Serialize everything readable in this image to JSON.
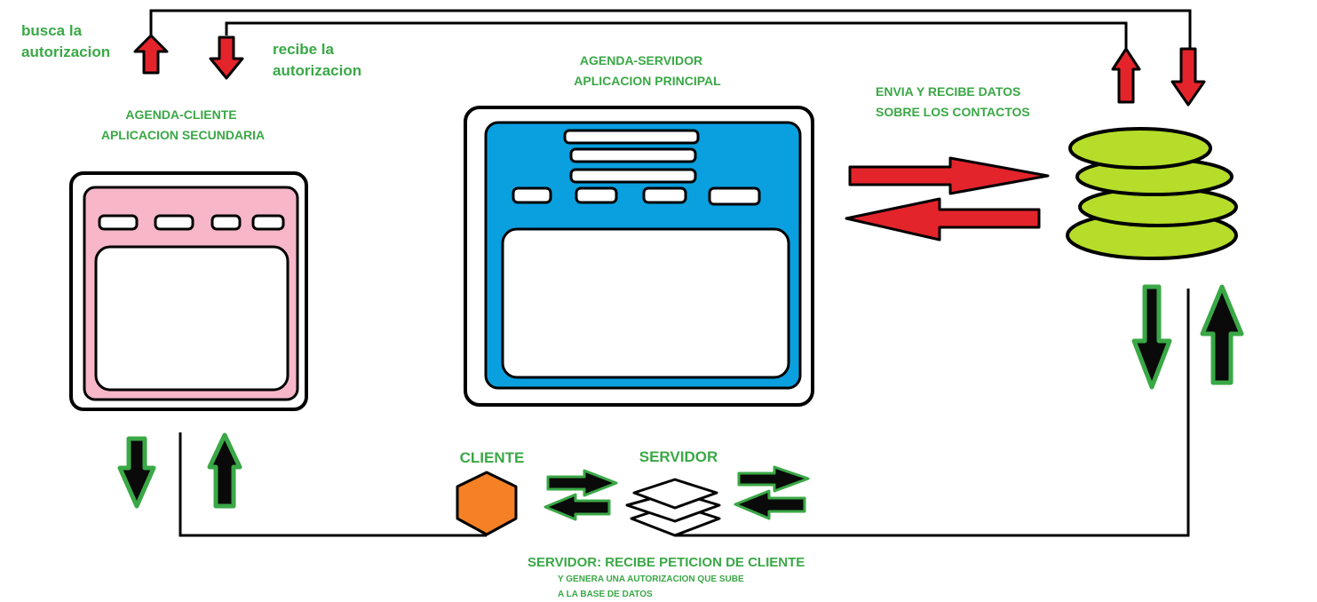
{
  "labels": {
    "busca_line1": "busca la",
    "busca_line2": "autorizacion",
    "recibe_line1": "recibe la",
    "recibe_line2": "autorizacion",
    "cliente_app_title1": "AGENDA-CLIENTE",
    "cliente_app_title2": "APLICACION SECUNDARIA",
    "servidor_app_title1": "AGENDA-SERVIDOR",
    "servidor_app_title2": "APLICACION PRINCIPAL",
    "envia_line1": "ENVIA Y RECIBE DATOS",
    "envia_line2": "SOBRE LOS CONTACTOS",
    "cliente": "CLIENTE",
    "servidor": "SERVIDOR",
    "note_line1": "SERVIDOR: RECIBE PETICION DE CLIENTE",
    "note_line2": "Y GENERA UNA AUTORIZACION QUE SUBE",
    "note_line3": "A LA BASE DE DATOS"
  },
  "colors": {
    "label_green": "#3aa846",
    "arrow_red": "#e3242b",
    "arrow_black": "#0a0a0a",
    "arrow_green_outline": "#3aa846",
    "client_app_fill": "#f7b7c8",
    "server_app_fill": "#0aa0e0",
    "database_fill": "#b5dd2a",
    "client_node_fill": "#f58025"
  },
  "icons": {
    "client_window": "app-window-icon",
    "server_window": "app-window-icon",
    "database": "database-stack-icon",
    "client_node": "hexagon-icon",
    "server_node": "layers-icon"
  }
}
